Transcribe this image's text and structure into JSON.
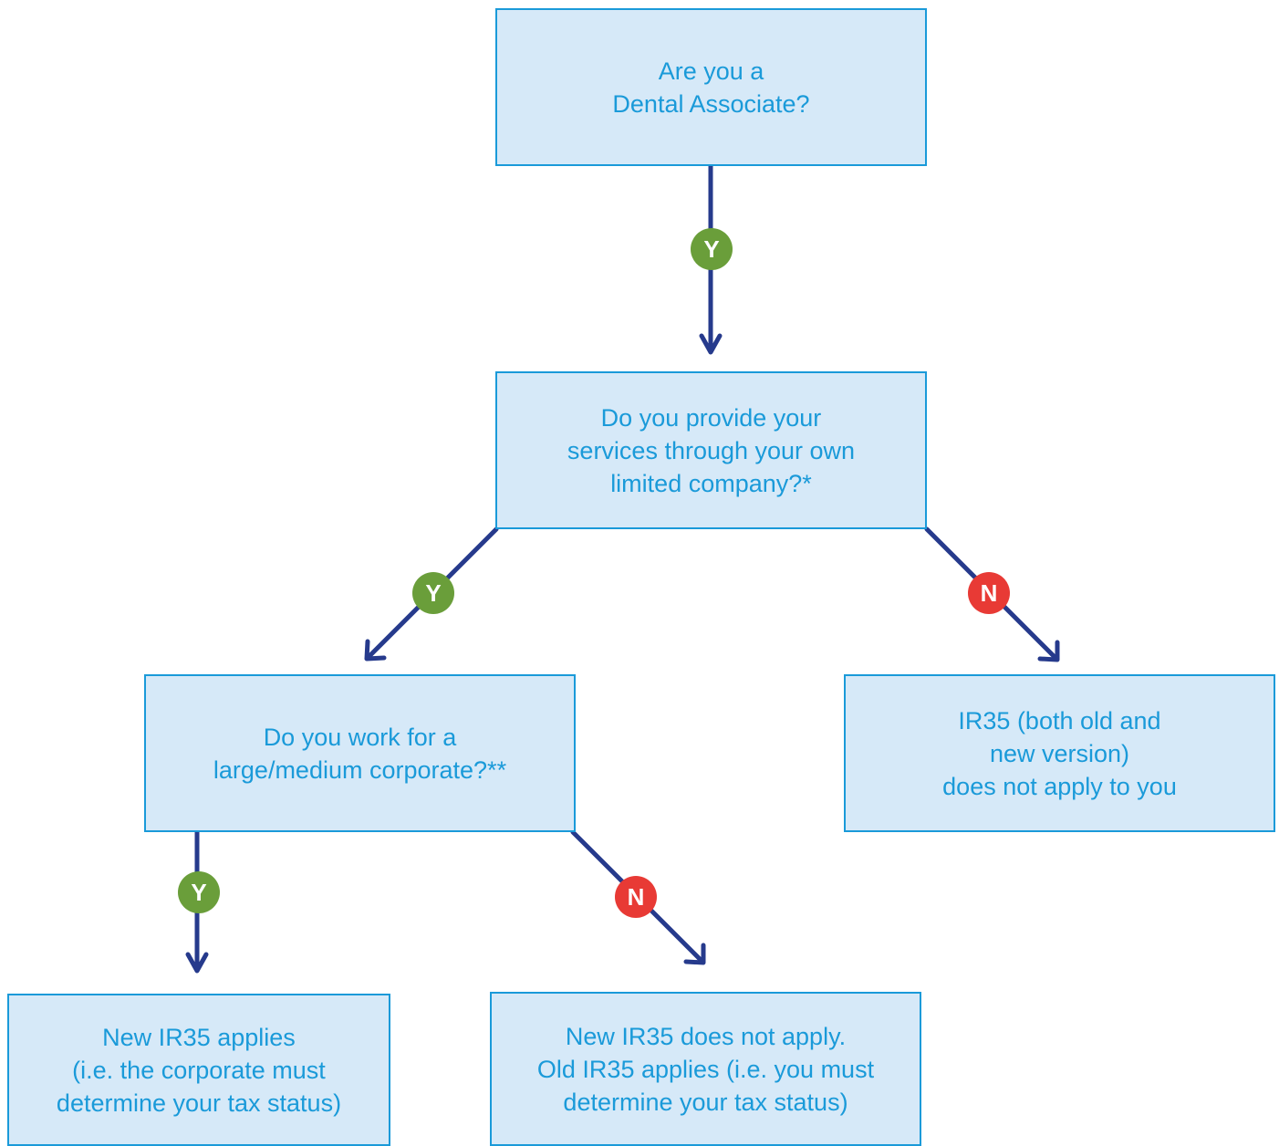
{
  "nodes": {
    "q_dental_associate": "Are you a\nDental Associate?",
    "q_limited_company": "Do you provide your\nservices through your own\nlimited company?*",
    "q_large_corporate": "Do you work for a\nlarge/medium corporate?**",
    "r_ir35_not_apply": "IR35 (both old and\nnew version)\ndoes not apply to you",
    "r_new_ir35_applies": "New IR35 applies\n(i.e. the corporate must\ndetermine your tax status)",
    "r_old_ir35_applies": "New IR35 does not apply.\nOld IR35 applies (i.e. you must\ndetermine your tax status)"
  },
  "edges": [
    {
      "from": "q_dental_associate",
      "to": "q_limited_company",
      "label": "Y"
    },
    {
      "from": "q_limited_company",
      "to": "q_large_corporate",
      "label": "Y"
    },
    {
      "from": "q_limited_company",
      "to": "r_ir35_not_apply",
      "label": "N"
    },
    {
      "from": "q_large_corporate",
      "to": "r_new_ir35_applies",
      "label": "Y"
    },
    {
      "from": "q_large_corporate",
      "to": "r_old_ir35_applies",
      "label": "N"
    }
  ],
  "colors": {
    "box_fill": "#d6e9f8",
    "box_border": "#1a9ad9",
    "text": "#1a9ad9",
    "arrow": "#263a8c",
    "yes_badge": "#6a9e3a",
    "no_badge": "#e83a35"
  }
}
